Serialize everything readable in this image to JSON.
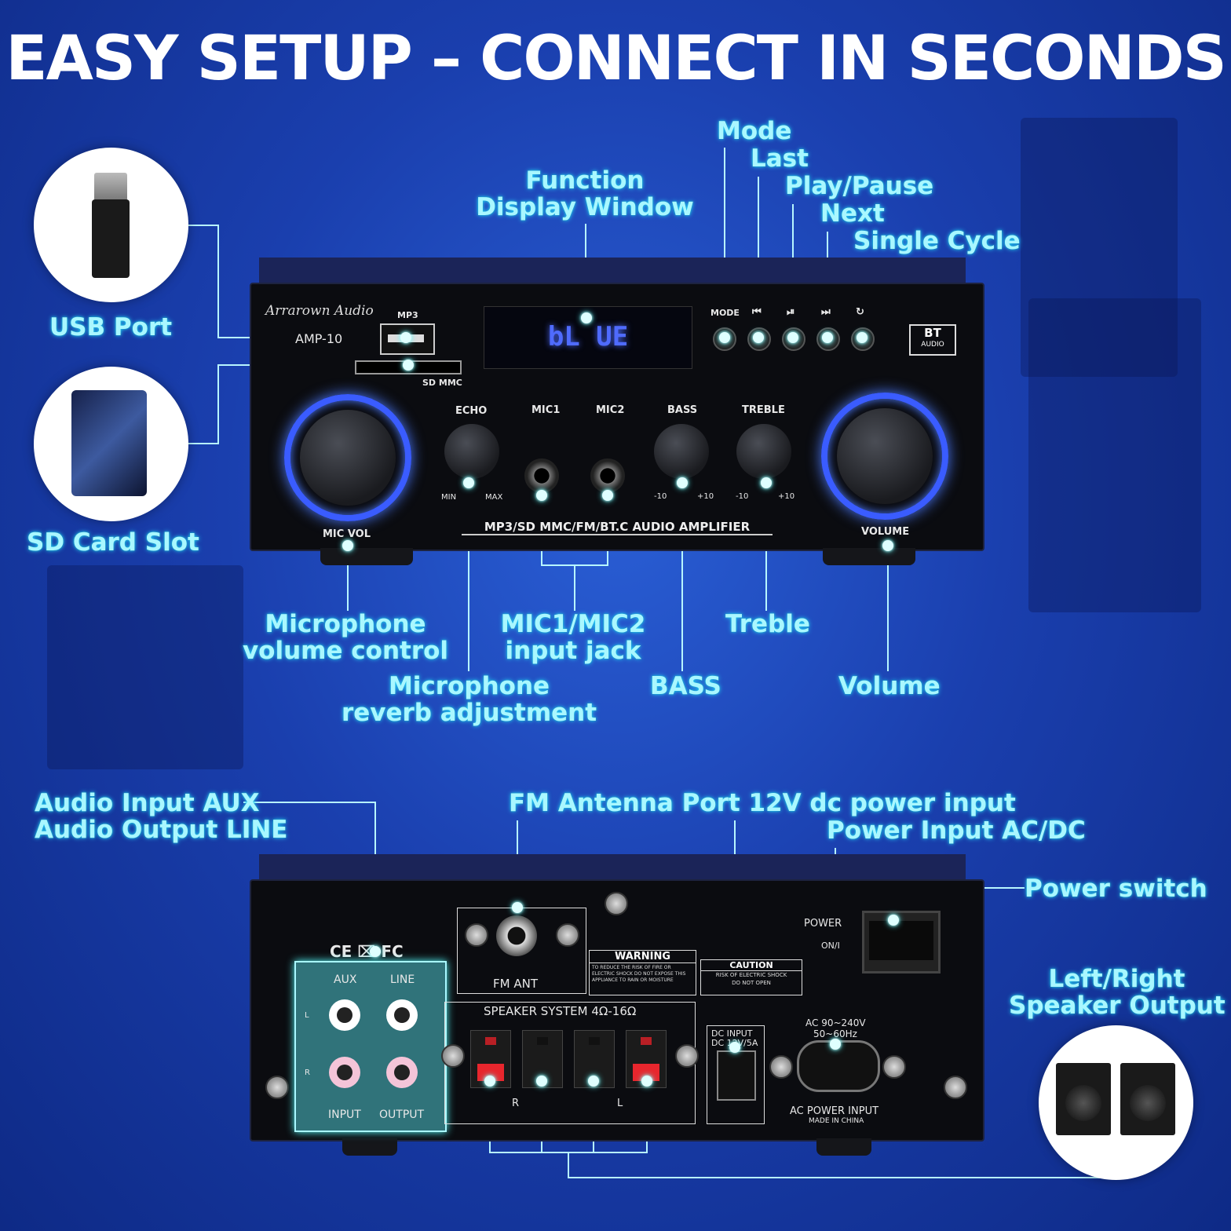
{
  "title": "EASY SETUP – CONNECT IN SECONDS",
  "labels": {
    "usb_port": "USB Port",
    "sd_card_slot": "SD Card Slot",
    "function_display": [
      "Function",
      "Display Window"
    ],
    "mode": "Mode",
    "last": "Last",
    "play_pause": "Play/Pause",
    "next": "Next",
    "single_cycle": "Single Cycle",
    "mic_volume": [
      "Microphone",
      "volume control"
    ],
    "mic_jacks": [
      "MIC1/MIC2",
      "input jack"
    ],
    "treble": "Treble",
    "mic_reverb": [
      "Microphone",
      "reverb adjustment"
    ],
    "bass": "BASS",
    "volume": "Volume",
    "aux_line": [
      "Audio Input AUX",
      "Audio Output LINE"
    ],
    "fm_antenna_power": "FM Antenna Port 12V dc power input",
    "power_input": "Power Input AC/DC",
    "power_switch": "Power switch",
    "speaker_output": [
      "Left/Right",
      "Speaker Output"
    ]
  },
  "front_panel": {
    "brand": "Arrarown Audio",
    "model": "AMP-10",
    "mp3": "MP3",
    "sd_mmc": "SD MMC",
    "display_text": "bL UE",
    "buttons": [
      "MODE",
      "⏮",
      "⏯",
      "⏭",
      "↻"
    ],
    "bt_badge": [
      "BT",
      "AUDIO"
    ],
    "knob_labels": {
      "echo": "ECHO",
      "mic1": "MIC1",
      "mic2": "MIC2",
      "bass": "BASS",
      "treble": "TREBLE",
      "mic_vol": "MIC VOL",
      "volume": "VOLUME"
    },
    "range": {
      "min": "MIN",
      "max": "MAX",
      "neg": "-10",
      "pos": "+10"
    },
    "banner": "MP3/SD MMC/FM/BT.C AUDIO AMPLIFIER"
  },
  "rear_panel": {
    "certs": "CE ⌧ FC",
    "aux": "AUX",
    "line": "LINE",
    "l": "L",
    "r": "R",
    "input": "INPUT",
    "output": "OUTPUT",
    "fm_ant": "FM ANT",
    "warning_title": "WARNING",
    "warning_text": "TO REDUCE THE RISK OF FIRE OR ELECTRIC SHOCK DO NOT EXPOSE THIS APPLIANCE TO RAIN OR MOISTURE",
    "caution_title": "CAUTION",
    "caution_text": [
      "RISK OF ELECTRIC SHOCK",
      "DO NOT OPEN"
    ],
    "speaker_system": "SPEAKER SYSTEM 4Ω-16Ω",
    "power": "POWER",
    "on_off": "ON/I",
    "dc_input": [
      "DC INPUT",
      "DC 12V/5A"
    ],
    "ac_range": [
      "AC 90~240V",
      "50~60Hz"
    ],
    "ac_power_input": "AC POWER INPUT",
    "made_in": "MADE IN CHINA",
    "speaker_marks": [
      "R",
      "L"
    ]
  },
  "colors": {
    "accent": "#a9f7ff",
    "background": "#1a3fae",
    "ring": "#3a5cff"
  }
}
